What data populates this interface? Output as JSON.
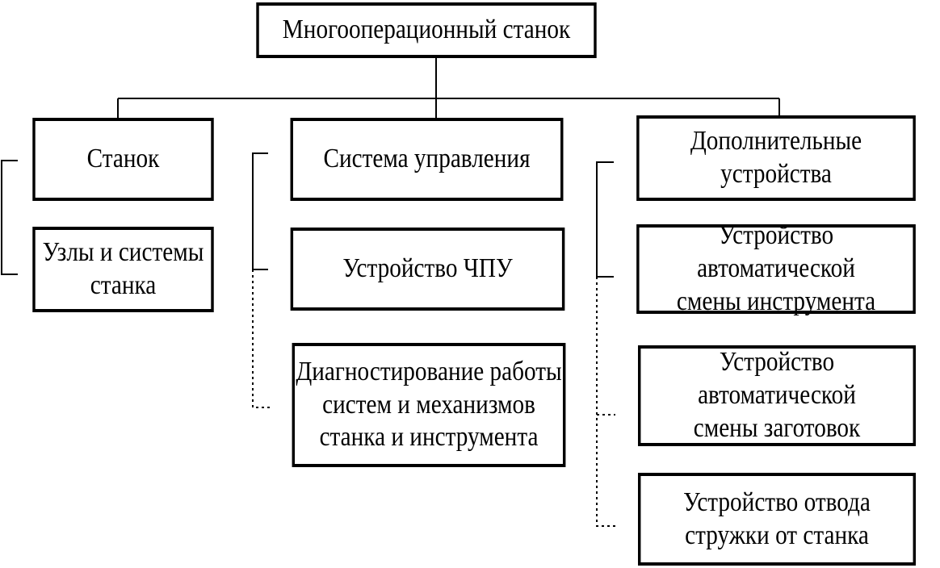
{
  "root": {
    "label": "Многооперационный станок"
  },
  "columns": [
    {
      "header": "Станок",
      "children": [
        "Узлы и системы\nстанка"
      ]
    },
    {
      "header": "Система управления",
      "children": [
        "Устройство ЧПУ",
        "Диагностирование работы\nсистем и механизмов\nстанка и инструмента"
      ]
    },
    {
      "header": "Дополнительные\nустройства",
      "children": [
        "Устройство автоматической\nсмены инструмента",
        "Устройство автоматической\nсмены заготовок",
        "Устройство отвода\nстружки от станка"
      ]
    }
  ]
}
